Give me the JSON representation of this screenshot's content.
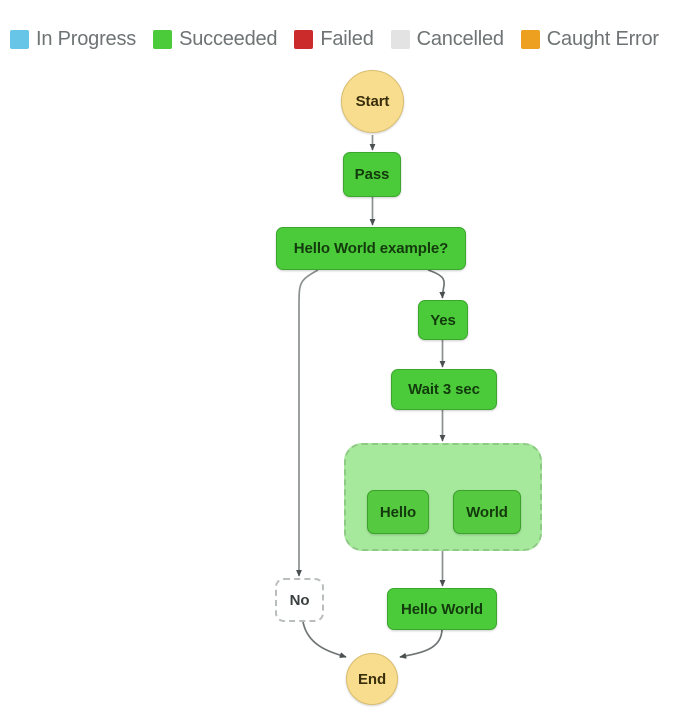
{
  "legend": {
    "items": [
      {
        "label": "In Progress",
        "color": "#67c5e8",
        "icon": "square-swatch-icon"
      },
      {
        "label": "Succeeded",
        "color": "#4ccb3a",
        "icon": "square-swatch-icon"
      },
      {
        "label": "Failed",
        "color": "#cc2b2b",
        "icon": "square-swatch-icon"
      },
      {
        "label": "Cancelled",
        "color": "#e3e3e3",
        "icon": "square-swatch-icon"
      },
      {
        "label": "Caught Error",
        "color": "#eda020",
        "icon": "square-swatch-icon"
      }
    ]
  },
  "graph": {
    "nodes": [
      {
        "id": "start",
        "label": "Start",
        "state": "Succeeded",
        "shape": "circle"
      },
      {
        "id": "pass",
        "label": "Pass",
        "state": "Succeeded",
        "shape": "rounded-rect"
      },
      {
        "id": "choice",
        "label": "Hello World example?",
        "state": "Succeeded",
        "shape": "rounded-rect"
      },
      {
        "id": "yes",
        "label": "Yes",
        "state": "Succeeded",
        "shape": "rounded-rect"
      },
      {
        "id": "wait",
        "label": "Wait 3 sec",
        "state": "Succeeded",
        "shape": "rounded-rect"
      },
      {
        "id": "hello",
        "label": "Hello",
        "state": "Succeeded",
        "shape": "rounded-rect"
      },
      {
        "id": "world",
        "label": "World",
        "state": "Succeeded",
        "shape": "rounded-rect"
      },
      {
        "id": "helloworld",
        "label": "Hello World",
        "state": "Succeeded",
        "shape": "rounded-rect"
      },
      {
        "id": "no",
        "label": "No",
        "state": "Not visited",
        "shape": "rounded-rect"
      },
      {
        "id": "end",
        "label": "End",
        "state": "Succeeded",
        "shape": "circle"
      }
    ],
    "group": {
      "id": "parallel-group",
      "state": "Succeeded"
    },
    "colors": {
      "succeeded_fill": "#4ccb3a",
      "terminal_fill": "#f8dd8f",
      "group_fill": "#a6e99c",
      "notvisited_border": "#b9bdbe",
      "edge": "#5a5f60"
    }
  }
}
